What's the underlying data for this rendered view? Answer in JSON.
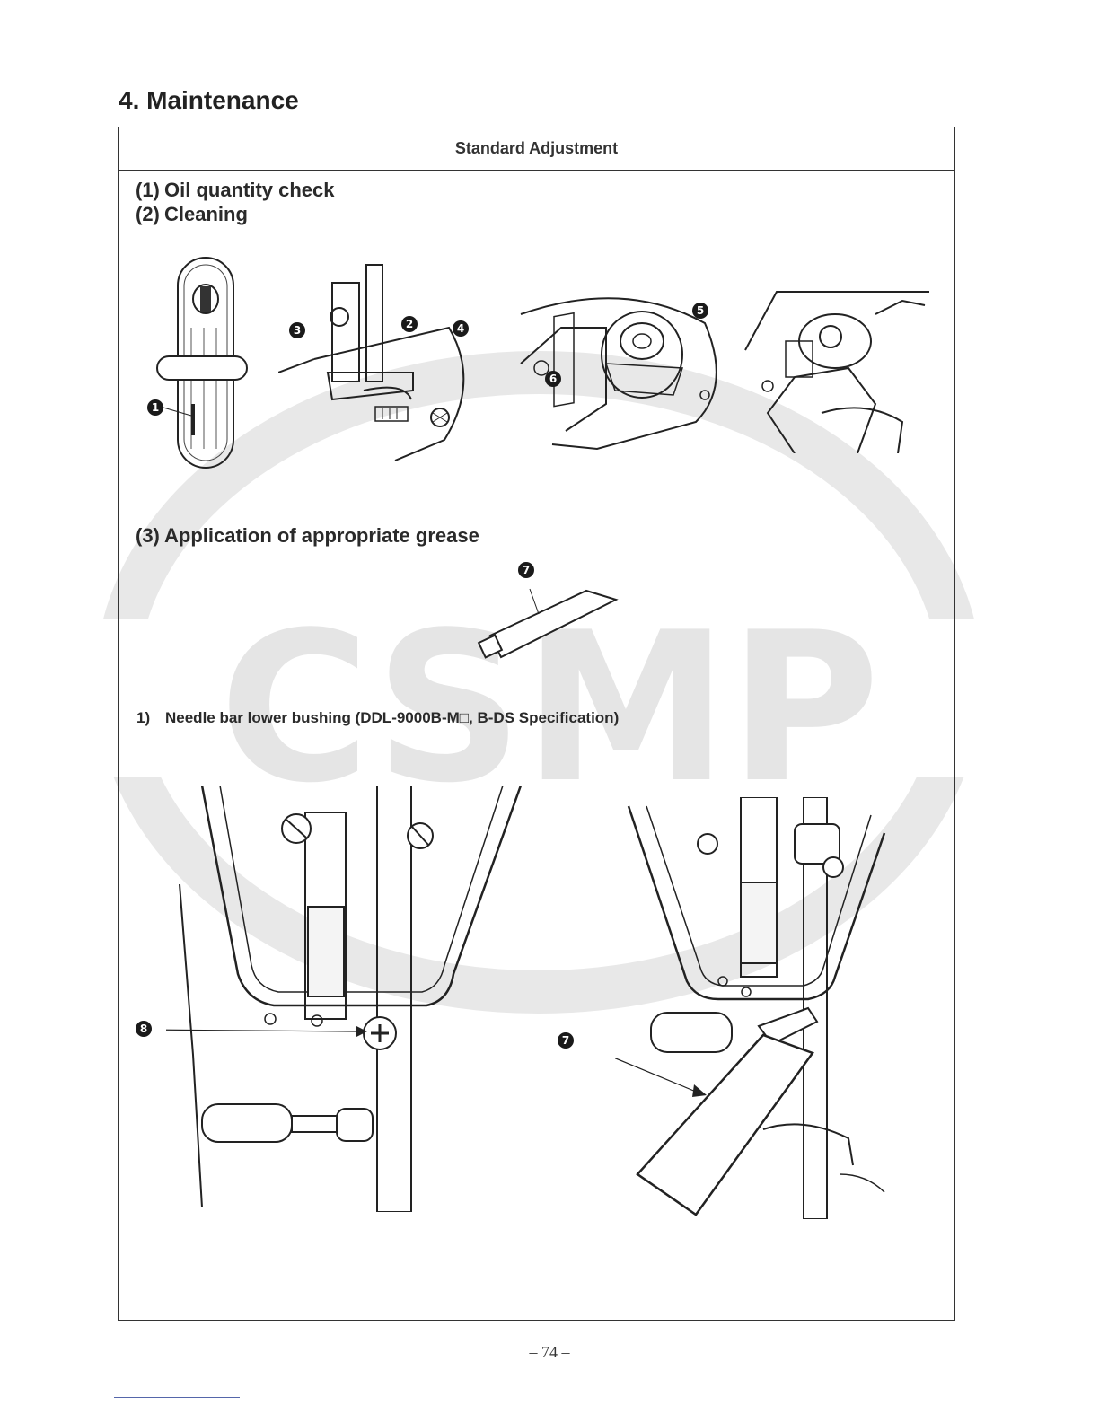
{
  "page": {
    "section_title": "4. Maintenance",
    "table_header": "Standard Adjustment",
    "page_number": "– 74 –"
  },
  "items": [
    {
      "num": "(1)",
      "text": "Oil quantity check"
    },
    {
      "num": "(2)",
      "text": "Cleaning"
    },
    {
      "num": "(3)",
      "text": "Application of appropriate grease"
    }
  ],
  "subitem": {
    "num": "1)",
    "text": "Needle bar lower bushing (DDL-9000B-M□, B-DS Specification)"
  },
  "callouts": [
    "1",
    "2",
    "3",
    "4",
    "5",
    "6",
    "7",
    "7",
    "8"
  ],
  "watermark": {
    "text": "CSMP",
    "color": "#e6e6e6"
  },
  "colors": {
    "text": "#222222",
    "rule": "#333333",
    "callout_bg": "#1a1a1a"
  }
}
